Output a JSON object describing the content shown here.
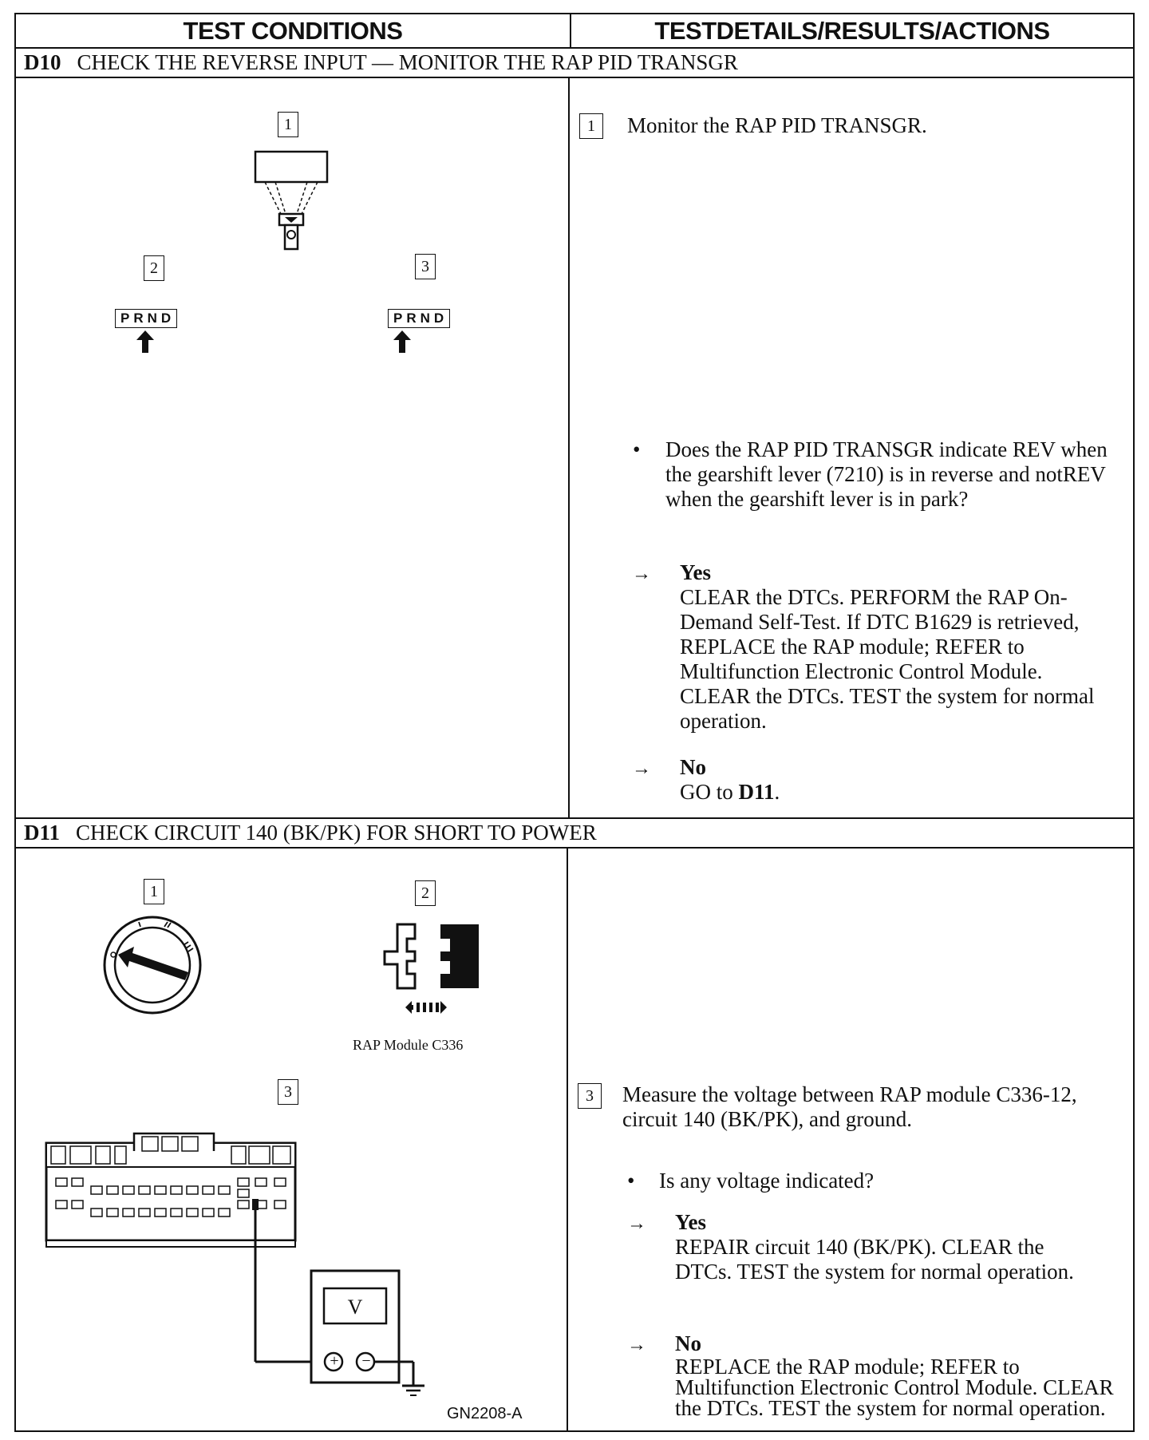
{
  "header": {
    "left": "TEST CONDITIONS",
    "right": "TESTDETAILS/RESULTS/ACTIONS"
  },
  "d10": {
    "code": "D10",
    "title": "CHECK THE REVERSE INPUT — MONITOR THE RAP PID TRANSGR",
    "callouts": [
      "1",
      "2",
      "3"
    ],
    "gear_labels": [
      "PRND",
      "PRND"
    ],
    "step1_num": "1",
    "step1_text": "Monitor the RAP PID TRANSGR.",
    "question": "Does the RAP PID TRANSGR indicate REV when the gearshift lever (7210) is in reverse and notREV when the gearshift lever is in park?",
    "yes_label": "Yes",
    "yes_text": "CLEAR the DTCs. PERFORM the RAP On-Demand Self-Test. If DTC B1629 is retrieved, REPLACE the RAP module; REFER to Multifunction Electronic Control Module. CLEAR the DTCs. TEST the system for normal operation.",
    "no_label": "No",
    "no_text_prefix": "GO to ",
    "no_text_bold": "D11",
    "no_text_suffix": "."
  },
  "d11": {
    "code": "D11",
    "title": "CHECK CIRCUIT 140 (BK/PK) FOR SHORT TO POWER",
    "callouts": [
      "1",
      "2",
      "3"
    ],
    "module_label": "RAP Module C336",
    "meter_label": "V",
    "meter_plus": "+",
    "meter_minus": "−",
    "figure_id": "GN2208-A",
    "step3_num": "3",
    "step3_text": "Measure the voltage between RAP module C336-12, circuit 140 (BK/PK), and ground.",
    "question": "Is any voltage indicated?",
    "yes_label": "Yes",
    "yes_text": "REPAIR circuit 140 (BK/PK). CLEAR the DTCs. TEST the system for normal operation.",
    "no_label": "No",
    "no_text": "REPLACE the RAP module; REFER to Multifunction Electronic Control Module. CLEAR the DTCs. TEST the system for normal operation."
  },
  "symbols": {
    "bullet": "•",
    "arrow": "→"
  }
}
